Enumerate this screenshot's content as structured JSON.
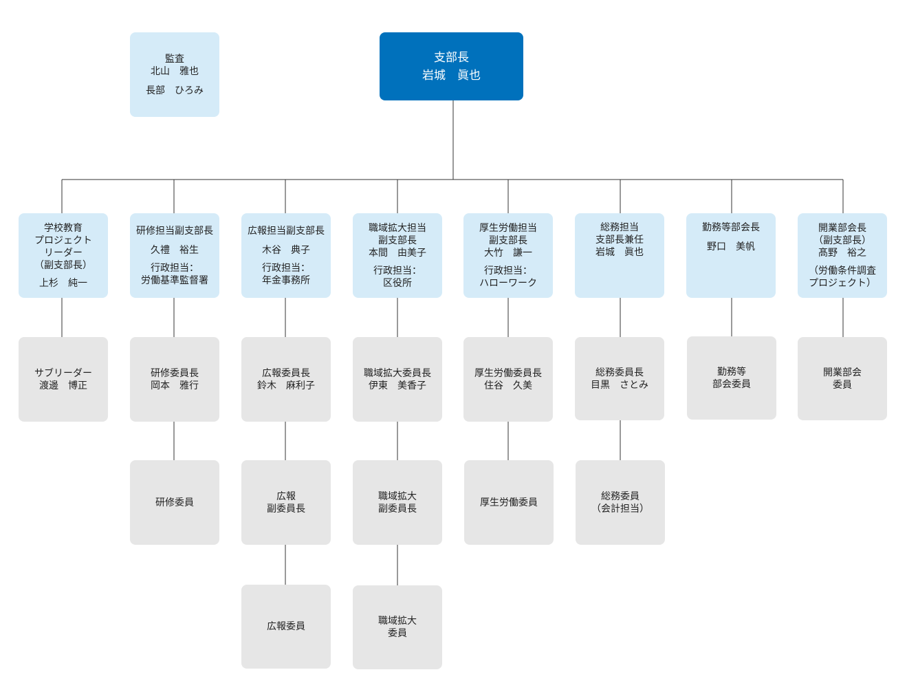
{
  "colors": {
    "top": "#0071bc",
    "light": "#d5ebf8",
    "gray": "#e6e6e6",
    "line": "#333333"
  },
  "chart_data": {
    "type": "org-chart",
    "head": {
      "title": "支部長",
      "name": "岩城　眞也"
    },
    "audit": {
      "title": "監査",
      "members": [
        "北山　雅也",
        "長部　ひろみ"
      ]
    },
    "divisions": [
      {
        "role": [
          "学校教育",
          "プロジェクト",
          "リーダー",
          "（副支部長）"
        ],
        "name": "上杉　純一",
        "committees": [
          {
            "lines": [
              "サブリーダー",
              "渡邊　博正"
            ]
          }
        ]
      },
      {
        "role": [
          "研修担当副支部長"
        ],
        "name": "久禮　裕生",
        "admin": [
          "行政担当：",
          "労働基準監督署"
        ],
        "committees": [
          {
            "lines": [
              "研修委員長",
              "岡本　雅行"
            ]
          },
          {
            "lines": [
              "研修委員"
            ]
          }
        ]
      },
      {
        "role": [
          "広報担当副支部長"
        ],
        "name": "木谷　典子",
        "admin": [
          "行政担当：",
          "年金事務所"
        ],
        "committees": [
          {
            "lines": [
              "広報委員長",
              "鈴木　麻利子"
            ]
          },
          {
            "lines": [
              "広報",
              "副委員長"
            ]
          },
          {
            "lines": [
              "広報委員"
            ]
          }
        ]
      },
      {
        "role": [
          "職域拡大担当",
          "副支部長"
        ],
        "name": "本間　由美子",
        "admin": [
          "行政担当：",
          "区役所"
        ],
        "committees": [
          {
            "lines": [
              "職域拡大委員長",
              "伊東　美香子"
            ]
          },
          {
            "lines": [
              "職域拡大",
              "副委員長"
            ]
          },
          {
            "lines": [
              "職域拡大",
              "委員"
            ]
          }
        ]
      },
      {
        "role": [
          "厚生労働担当",
          "副支部長"
        ],
        "name": "大竹　謙一",
        "admin": [
          "行政担当：",
          "ハローワーク"
        ],
        "committees": [
          {
            "lines": [
              "厚生労働委員長",
              "住谷　久美"
            ]
          },
          {
            "lines": [
              "厚生労働委員"
            ]
          }
        ]
      },
      {
        "role": [
          "総務担当",
          "支部長兼任"
        ],
        "name": "岩城　眞也",
        "committees": [
          {
            "lines": [
              "総務委員長",
              "目黒　さとみ"
            ]
          },
          {
            "lines": [
              "総務委員",
              "（会計担当）"
            ]
          }
        ]
      },
      {
        "role": [
          "勤務等部会長"
        ],
        "name": "野口　美帆",
        "committees": [
          {
            "lines": [
              "勤務等",
              "部会委員"
            ]
          }
        ]
      },
      {
        "role": [
          "開業部会長",
          "（副支部長）"
        ],
        "name": "髙野　裕之",
        "admin": [
          "（労働条件調査",
          "プロジェクト）"
        ],
        "committees": [
          {
            "lines": [
              "開業部会",
              "委員"
            ]
          }
        ]
      }
    ]
  }
}
